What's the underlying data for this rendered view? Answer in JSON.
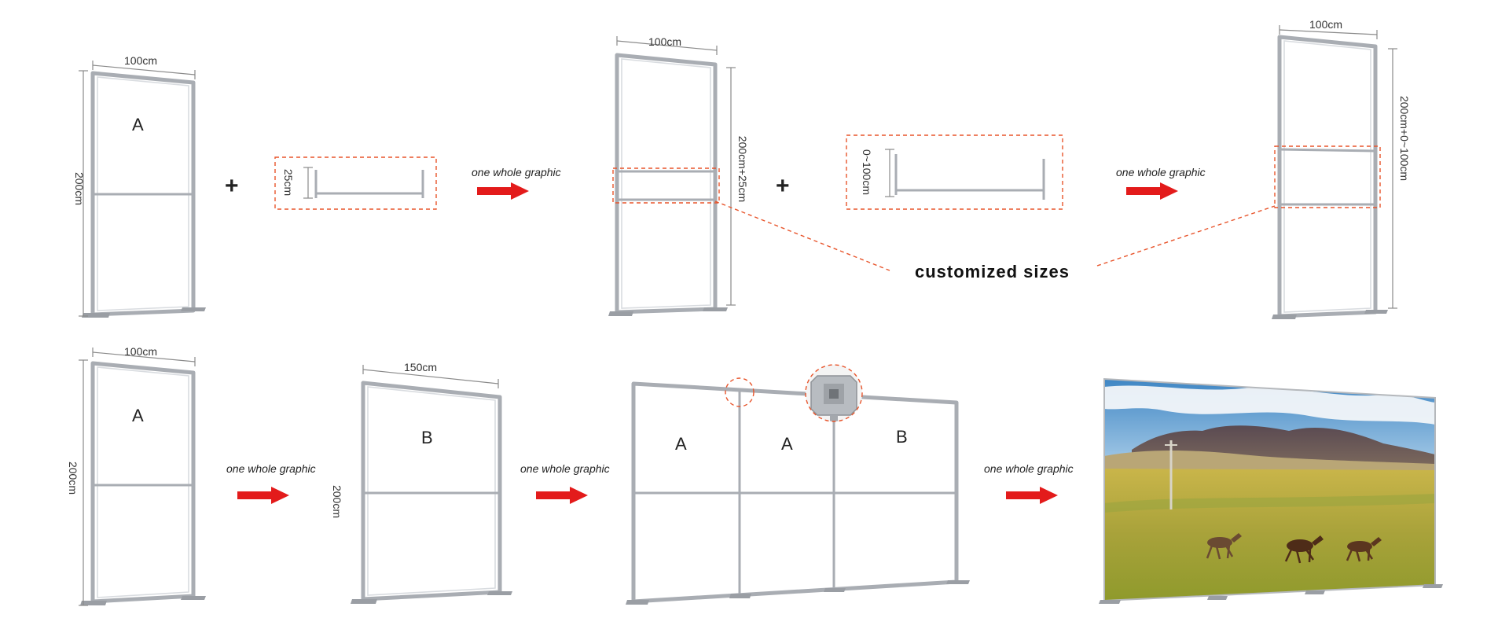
{
  "top_row": {
    "frame_a": {
      "letter": "A",
      "width_label": "100cm",
      "height_label": "200cm"
    },
    "plus_1": "+",
    "extension_25": {
      "height_label": "25cm"
    },
    "flow_1": {
      "label": "one whole graphic"
    },
    "frame_extended": {
      "width_label": "100cm",
      "height_label": "200cm+25cm"
    },
    "plus_2": "+",
    "extension_custom": {
      "height_label": "0~100cm"
    },
    "flow_2": {
      "label": "one whole graphic"
    },
    "frame_custom": {
      "width_label": "100cm",
      "height_label": "200cm+0~100cm"
    },
    "customized_label": "customized sizes"
  },
  "bottom_row": {
    "frame_a": {
      "letter": "A",
      "width_label": "100cm",
      "height_label": "200cm"
    },
    "flow_1": {
      "label": "one whole graphic"
    },
    "frame_b": {
      "letter": "B",
      "width_label": "150cm",
      "height_label": "200cm"
    },
    "flow_2": {
      "label": "one whole graphic"
    },
    "combined": {
      "letters": [
        "A",
        "A",
        "B"
      ]
    },
    "flow_3": {
      "label": "one whole graphic"
    }
  },
  "colors": {
    "frame": "#a9adb3",
    "arrow": "#e31b1b",
    "dashed": "#e8552c"
  }
}
